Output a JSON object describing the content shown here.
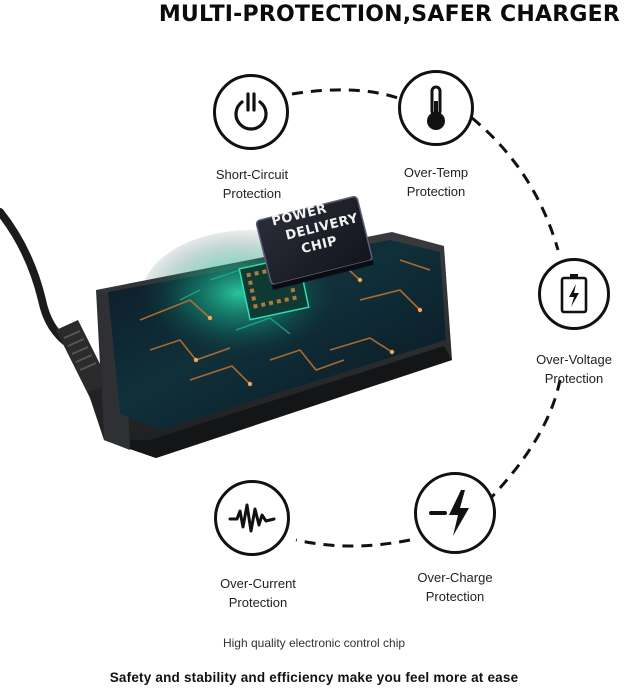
{
  "header": {
    "title": "MULTI-PROTECTION,SAFER CHARGER"
  },
  "features": [
    {
      "line1": "Short-Circuit",
      "line2": "Protection",
      "icon": "power-icon"
    },
    {
      "line1": "Over-Temp",
      "line2": "Protection",
      "icon": "thermometer-icon"
    },
    {
      "line1": "Over-Voltage",
      "line2": "Protection",
      "icon": "battery-bolt-icon"
    },
    {
      "line1": "Over-Current",
      "line2": "Protection",
      "icon": "waveform-icon"
    },
    {
      "line1": "Over-Charge",
      "line2": "Protection",
      "icon": "lightning-icon"
    }
  ],
  "chip": {
    "line1": "POWER",
    "line2": "DELIVERY",
    "line3": "CHIP"
  },
  "caption": "High quality electronic control chip",
  "footer": "Safety and stability and efficiency make you feel more at ease",
  "colors": {
    "accent_green": "#1fb58e",
    "circuit_orange": "#c8752c",
    "adapter_body": "#2a2b2d"
  }
}
